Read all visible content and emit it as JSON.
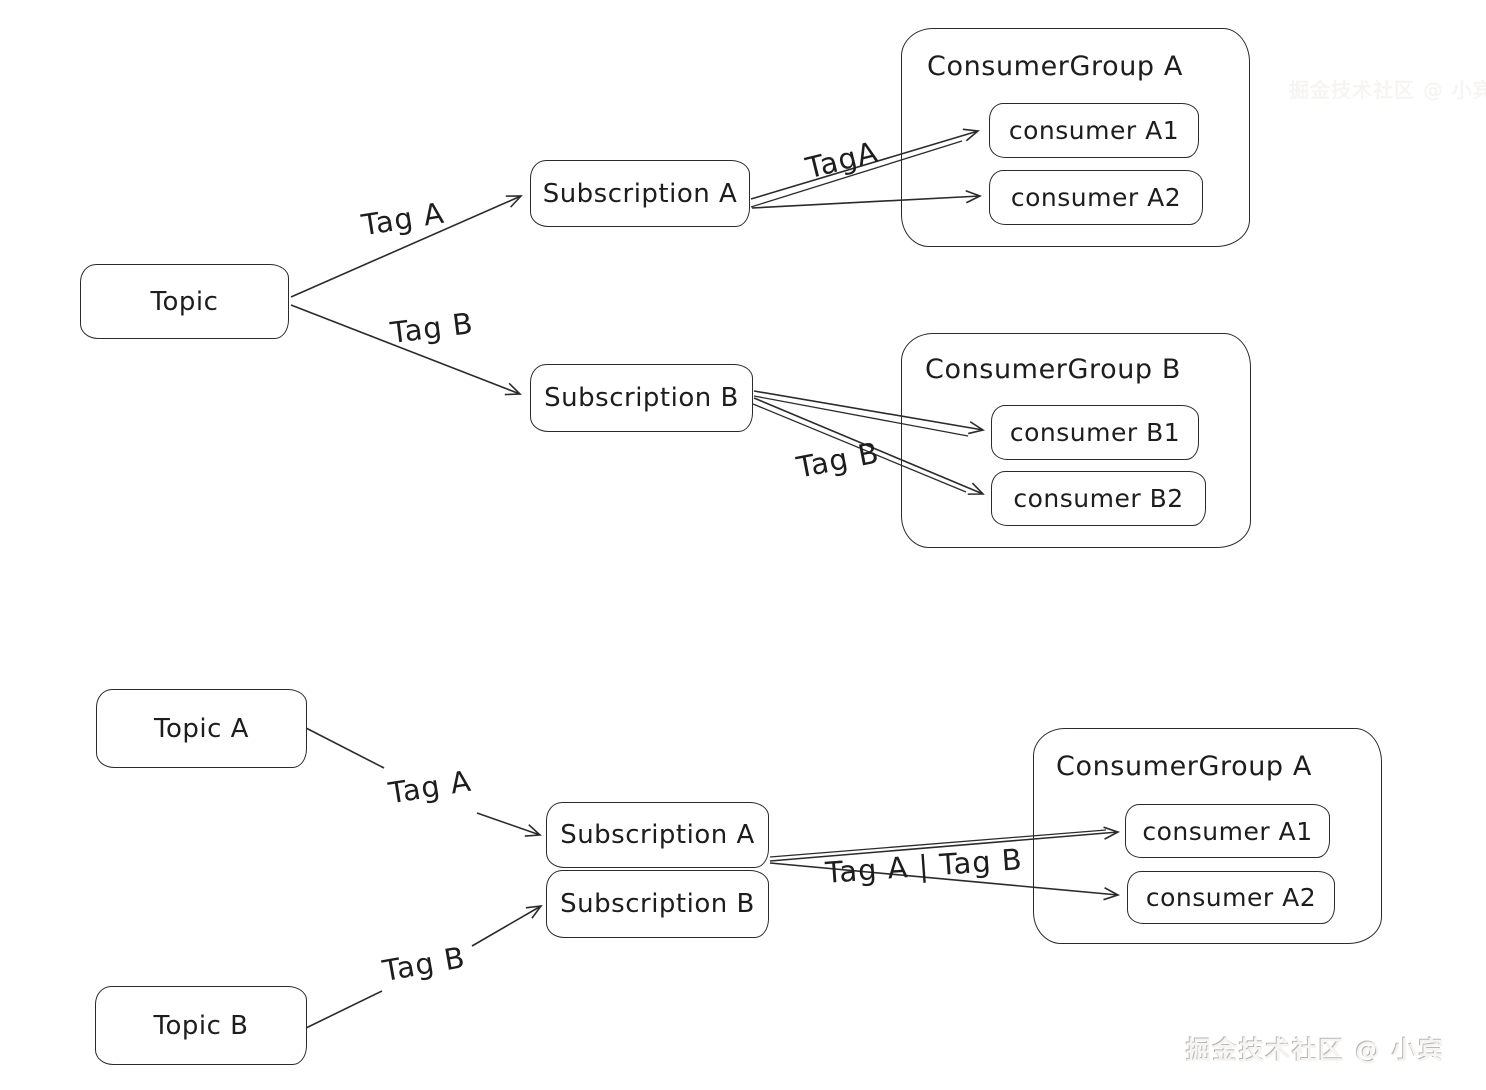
{
  "colors": {
    "stroke": "#2b2b2b",
    "text": "#1d1d1d",
    "background": "#ffffff",
    "watermark_bottom": "#f6f4f2",
    "watermark_top": "#f7f5f3"
  },
  "top": {
    "topic": "Topic",
    "sub_a": "Subscription A",
    "sub_b": "Subscription B",
    "group_a_title": "ConsumerGroup A",
    "consumer_a1": "consumer A1",
    "consumer_a2": "consumer A2",
    "group_b_title": "ConsumerGroup B",
    "consumer_b1": "consumer B1",
    "consumer_b2": "consumer B2",
    "tag_a": "Tag A",
    "tag_b": "Tag B",
    "tag_a_mid": "TagA",
    "tag_b_mid": "Tag B"
  },
  "bottom": {
    "topic_a": "Topic A",
    "topic_b": "Topic B",
    "sub_a": "Subscription A",
    "sub_b": "Subscription B",
    "group_a_title": "ConsumerGroup A",
    "consumer_a1": "consumer A1",
    "consumer_a2": "consumer A2",
    "tag_a": "Tag A",
    "tag_b": "Tag B",
    "tag_ab": "Tag A | Tag B"
  },
  "watermarks": {
    "bottom_right": "掘金技术社区 @ 小宾",
    "top_right": "掘金技术社区 @ 小宾"
  }
}
